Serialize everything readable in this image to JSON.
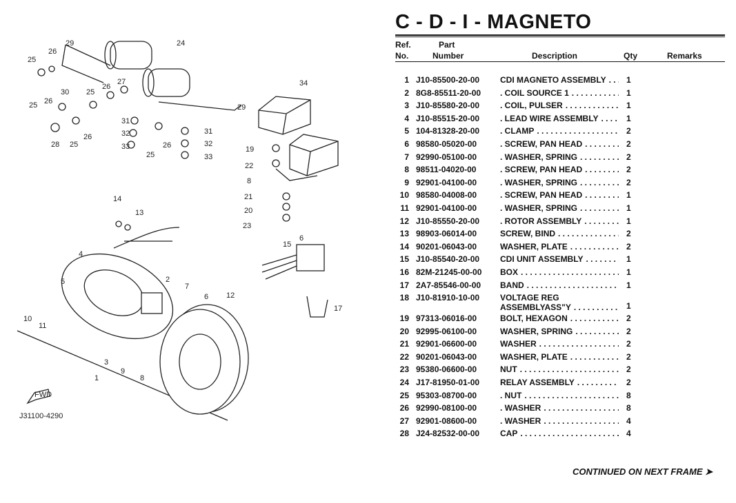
{
  "title": "C - D - I - MAGNETO",
  "headers": {
    "ref1": "Ref.",
    "ref2": "No.",
    "part1": "Part",
    "part2": "Number",
    "description": "Description",
    "qty": "Qty",
    "remarks": "Remarks"
  },
  "rows": [
    {
      "ref": "1",
      "part": "J10-85500-20-00",
      "desc": "CDI MAGNETO ASSEMBLY",
      "qty": "1"
    },
    {
      "ref": "2",
      "part": "8G8-85511-20-00",
      "desc": ". COIL SOURCE 1",
      "qty": "1"
    },
    {
      "ref": "3",
      "part": "J10-85580-20-00",
      "desc": ". COIL, PULSER",
      "qty": "1"
    },
    {
      "ref": "4",
      "part": "J10-85515-20-00",
      "desc": ". LEAD WIRE ASSEMBLY",
      "qty": "1"
    },
    {
      "ref": "5",
      "part": "104-81328-20-00",
      "desc": ". CLAMP",
      "qty": "2"
    },
    {
      "ref": "6",
      "part": "98580-05020-00",
      "desc": ". SCREW, PAN HEAD",
      "qty": "2"
    },
    {
      "ref": "7",
      "part": "92990-05100-00",
      "desc": ". WASHER, SPRING",
      "qty": "2"
    },
    {
      "ref": "8",
      "part": "98511-04020-00",
      "desc": ". SCREW, PAN HEAD",
      "qty": "2"
    },
    {
      "ref": "9",
      "part": "92901-04100-00",
      "desc": ". WASHER, SPRING",
      "qty": "2"
    },
    {
      "ref": "10",
      "part": "98580-04008-00",
      "desc": ". SCREW, PAN HEAD",
      "qty": "1"
    },
    {
      "ref": "11",
      "part": "92901-04100-00",
      "desc": ". WASHER, SPRING",
      "qty": "1"
    },
    {
      "ref": "12",
      "part": "J10-85550-20-00",
      "desc": ". ROTOR ASSEMBLY",
      "qty": "1"
    },
    {
      "ref": "13",
      "part": "98903-06014-00",
      "desc": "SCREW, BIND",
      "qty": "2"
    },
    {
      "ref": "14",
      "part": "90201-06043-00",
      "desc": "WASHER, PLATE",
      "qty": "2"
    },
    {
      "ref": "15",
      "part": "J10-85540-20-00",
      "desc": "CDI UNIT ASSEMBLY",
      "qty": "1"
    },
    {
      "ref": "16",
      "part": "82M-21245-00-00",
      "desc": "BOX",
      "qty": "1"
    },
    {
      "ref": "17",
      "part": "2A7-85546-00-00",
      "desc": "BAND",
      "qty": "1"
    },
    {
      "ref": "18",
      "part": "J10-81910-10-00",
      "desc": "VOLTAGE REG",
      "desc2": "ASSEMBLYASS\"Y",
      "qty": "1"
    },
    {
      "ref": "19",
      "part": "97313-06016-00",
      "desc": "BOLT, HEXAGON",
      "qty": "2"
    },
    {
      "ref": "20",
      "part": "92995-06100-00",
      "desc": "WASHER, SPRING",
      "qty": "2"
    },
    {
      "ref": "21",
      "part": "92901-06600-00",
      "desc": "WASHER",
      "qty": "2"
    },
    {
      "ref": "22",
      "part": "90201-06043-00",
      "desc": "WASHER, PLATE",
      "qty": "2"
    },
    {
      "ref": "23",
      "part": "95380-06600-00",
      "desc": "NUT",
      "qty": "2"
    },
    {
      "ref": "24",
      "part": "J17-81950-01-00",
      "desc": "RELAY ASSEMBLY",
      "qty": "2"
    },
    {
      "ref": "25",
      "part": "95303-08700-00",
      "desc": ". NUT",
      "qty": "8"
    },
    {
      "ref": "26",
      "part": "92990-08100-00",
      "desc": ". WASHER",
      "qty": "8"
    },
    {
      "ref": "27",
      "part": "92901-08600-00",
      "desc": ". WASHER",
      "qty": "4"
    },
    {
      "ref": "28",
      "part": "J24-82532-00-00",
      "desc": "CAP",
      "qty": "4"
    }
  ],
  "footer": "CONTINUED ON NEXT FRAME ➤",
  "diagram": {
    "code": "J31100-4290",
    "fwd_label": "FWD",
    "callouts": [
      "29",
      "24",
      "25",
      "26",
      "34",
      "30",
      "26",
      "27",
      "25",
      "26",
      "25",
      "29",
      "31",
      "32",
      "33",
      "28",
      "25",
      "26",
      "25",
      "26",
      "31",
      "32",
      "33",
      "19",
      "22",
      "8",
      "21",
      "20",
      "23",
      "14",
      "13",
      "15",
      "6",
      "17",
      "4",
      "5",
      "2",
      "7",
      "6",
      "12",
      "10",
      "11",
      "3",
      "9",
      "8",
      "1"
    ]
  }
}
